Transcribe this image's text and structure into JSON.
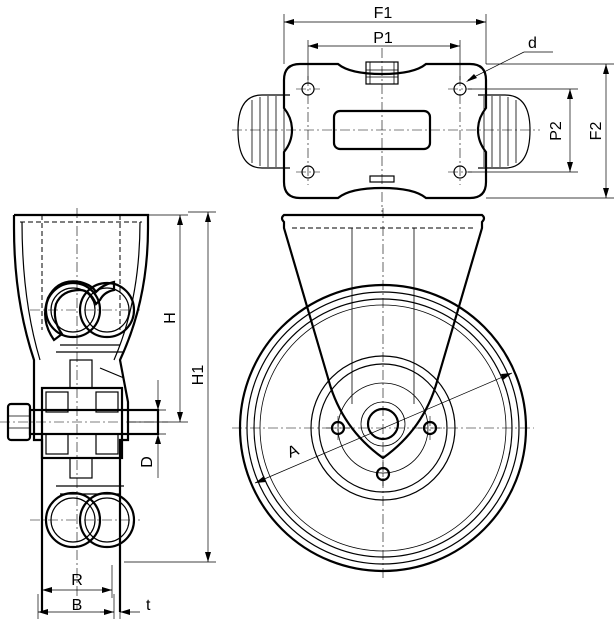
{
  "drawing": {
    "labels": {
      "F1": "F1",
      "P1": "P1",
      "d": "d",
      "P2": "P2",
      "F2": "F2",
      "H": "H",
      "H1": "H1",
      "A": "A",
      "D": "D",
      "R": "R",
      "B": "B",
      "t": "t"
    }
  }
}
